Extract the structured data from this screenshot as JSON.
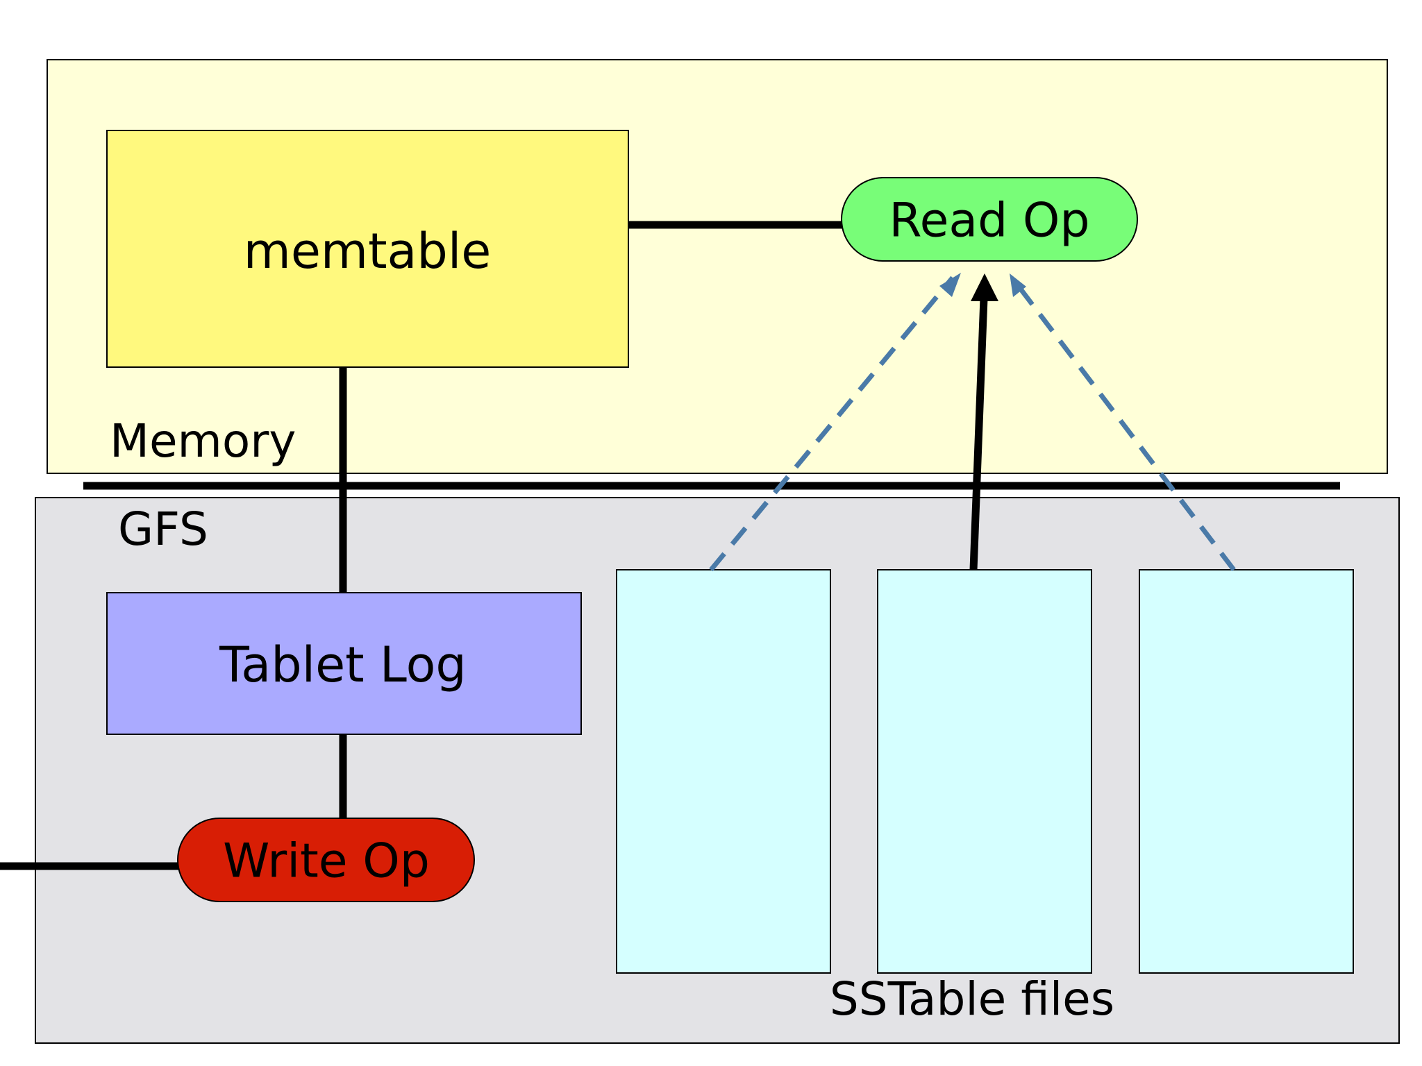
{
  "regions": {
    "memory": {
      "label": "Memory",
      "fill": "#ffffd8"
    },
    "gfs": {
      "label": "GFS",
      "fill": "#e3e3e6"
    }
  },
  "nodes": {
    "memtable": {
      "label": "memtable",
      "fill": "#fff97e"
    },
    "read_op": {
      "label": "Read Op",
      "fill": "#78fd78"
    },
    "tablet_log": {
      "label": "Tablet Log",
      "fill": "#aaaaff"
    },
    "write_op": {
      "label": "Write  Op",
      "fill": "#d81e05"
    },
    "sstable_files": {
      "label": "SSTable files",
      "fill": "#d5ffff",
      "count": 3
    }
  },
  "colors": {
    "line": "#000000",
    "dashed_arrow": "#4a7aa8"
  }
}
